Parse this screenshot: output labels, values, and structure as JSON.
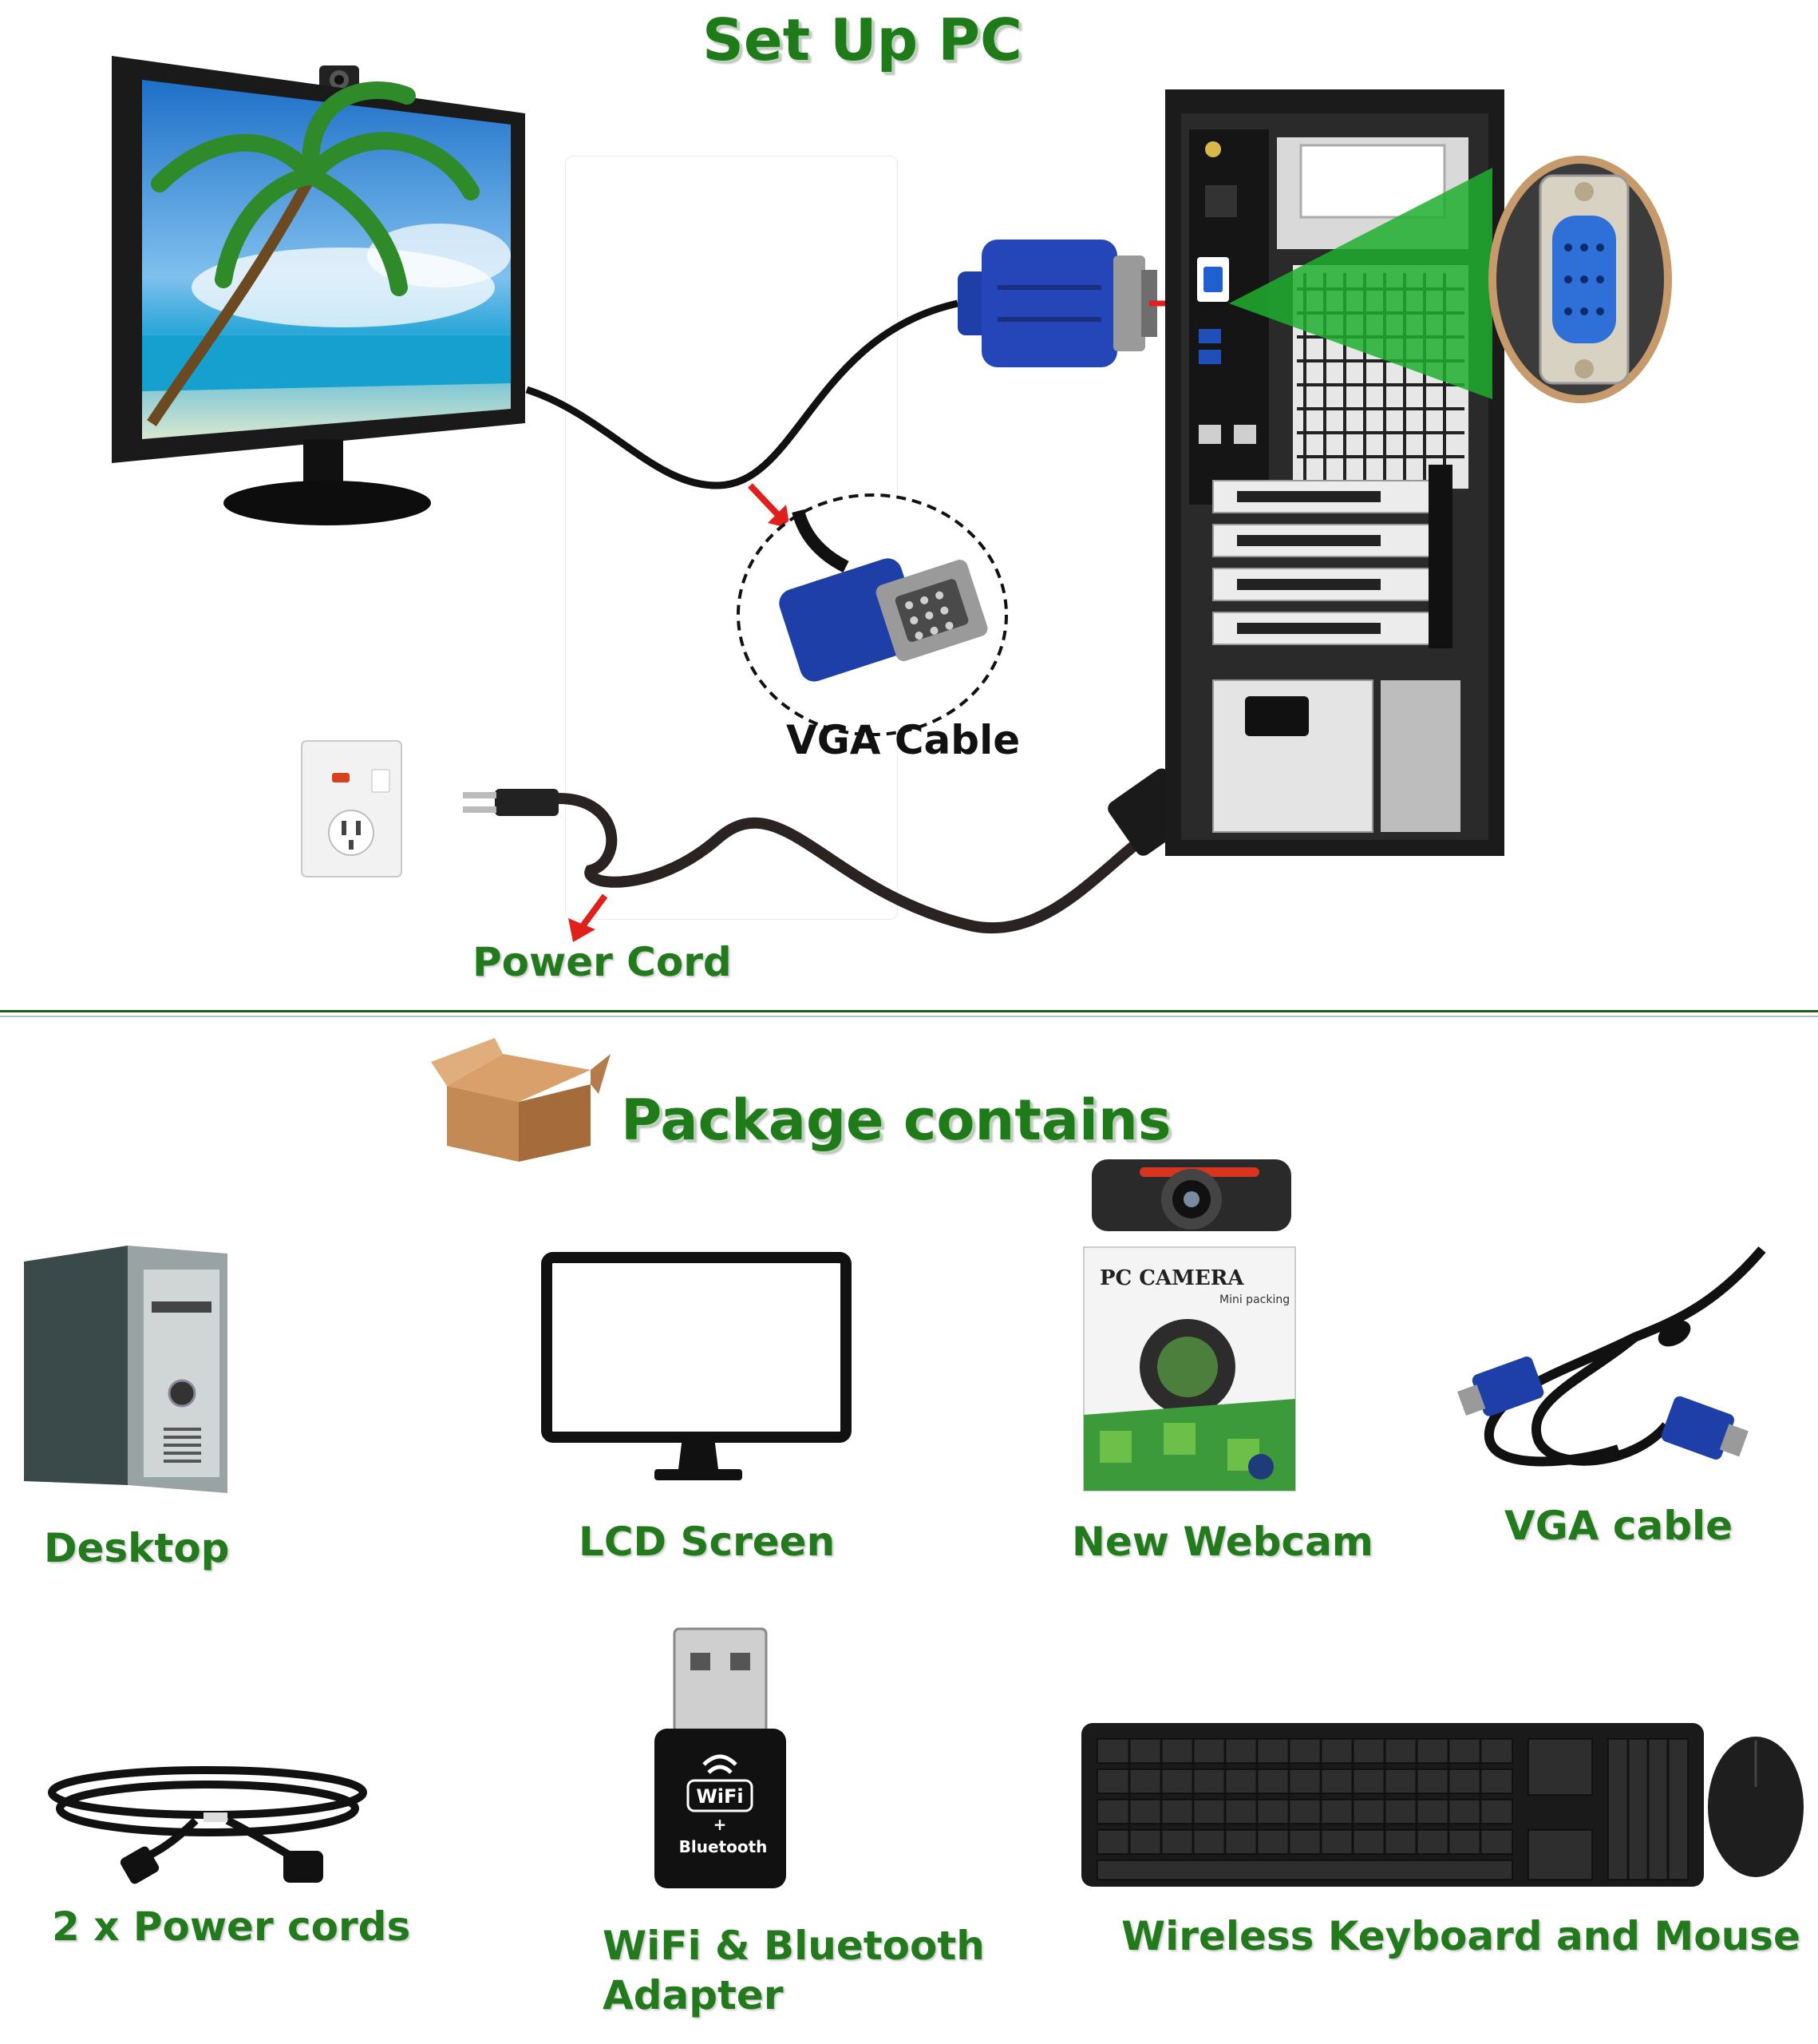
{
  "setup": {
    "title": "Set Up PC",
    "vga_label": "VGA Cable",
    "power_label": "Power Cord"
  },
  "package": {
    "title": "Package contains",
    "items": [
      {
        "label": "Desktop",
        "icon": "desktop-tower-icon"
      },
      {
        "label": "LCD Screen",
        "icon": "lcd-monitor-icon"
      },
      {
        "label": "New Webcam",
        "icon": "webcam-box-icon"
      },
      {
        "label": "VGA cable",
        "icon": "vga-cable-icon"
      },
      {
        "label": "2 x Power cords",
        "icon": "power-cord-icon"
      },
      {
        "label_line1": "WiFi & Bluetooth",
        "label_line2": "Adapter",
        "icon": "wifi-bluetooth-adapter-icon"
      },
      {
        "label": "Wireless Keyboard and Mouse",
        "icon": "keyboard-mouse-icon"
      }
    ],
    "webcam_box_text": "PC CAMERA",
    "webcam_box_subtext": "Mini packing",
    "wifi_dongle_text": "WiFi",
    "wifi_dongle_plus": "+",
    "wifi_dongle_bt": "Bluetooth"
  },
  "colors": {
    "title_green": "#1f7a1a",
    "vga_blue": "#1f3fa8",
    "arrow_red": "#e0201c",
    "divider_green": "#1f5c1a"
  }
}
